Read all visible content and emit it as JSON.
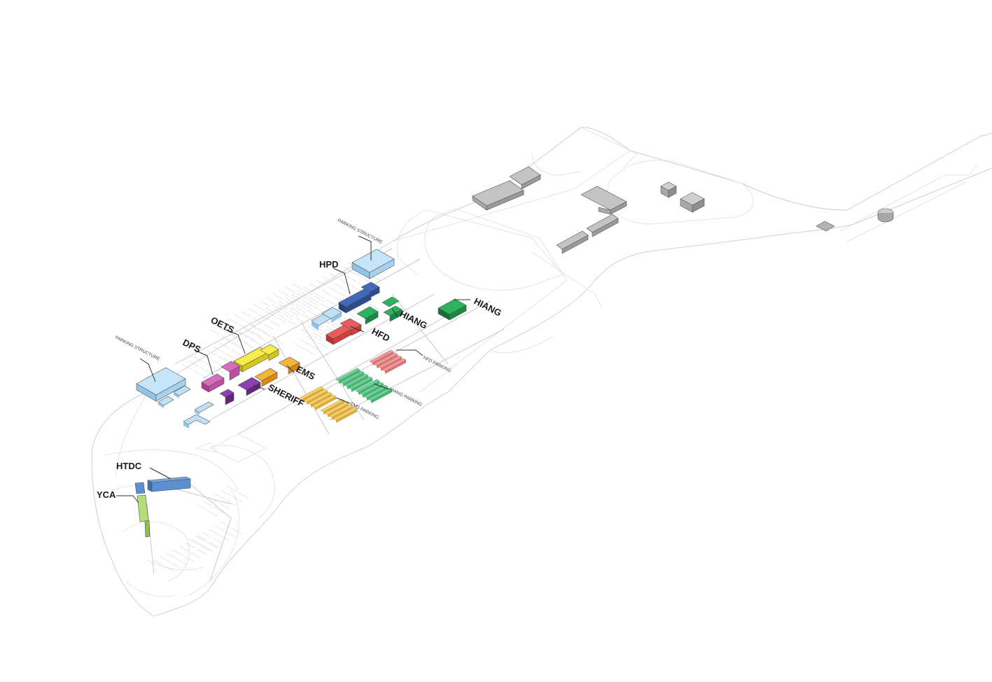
{
  "labels": {
    "parking_structure_north": "PARKING STRUCTURE",
    "parking_structure_west": "PARKING STRUCTURE",
    "hpd": "HPD",
    "hiang_1": "HIANG",
    "hiang_2": "HIANG",
    "hfd": "HFD",
    "oets": "OETS",
    "dps": "DPS",
    "ems": "EMS",
    "sheriff": "SHERIFF",
    "hfd_parking": "HFD PARKING",
    "hiang_parking": "HIANG PARKING",
    "ems_parking": "EMS PARKING",
    "htdc": "HTDC",
    "yca": "YCA"
  },
  "colors": {
    "parking_structure": "#a9d4f0",
    "hpd": "#2f56a8",
    "hiang": "#1f9e4e",
    "hfd": "#e04848",
    "oets": "#f2e32a",
    "dps": "#cc5bb0",
    "ems": "#f0a51f",
    "sheriff": "#7a2f9e",
    "hfd_parking": "#f29a9a",
    "hiang_parking": "#6fcf95",
    "ems_parking": "#f5cf70",
    "htdc": "#5b8fd1",
    "yca": "#a6d46a",
    "existing": "#bfbfbf",
    "outline": "#cfcfcf"
  }
}
